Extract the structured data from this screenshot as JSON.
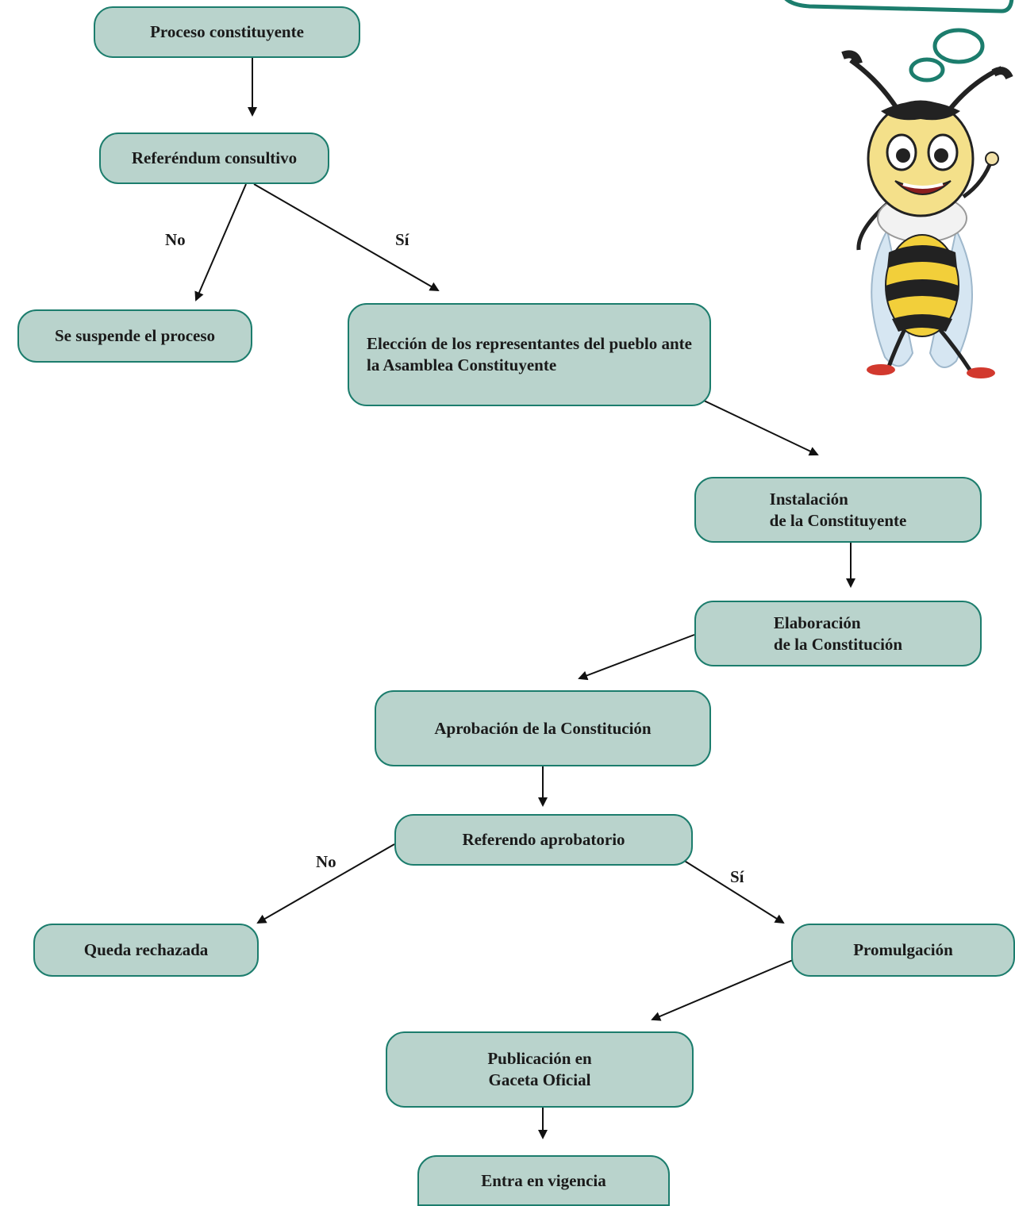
{
  "diagram": {
    "nodes": {
      "proceso": "Proceso constituyente",
      "referendum_consultivo": "Referéndum consultivo",
      "suspende": "Se suspende el proceso",
      "eleccion": "Elección de los representantes del pueblo ante la Asamblea Constituyente",
      "instalacion_1": "Instalación",
      "instalacion_2": "de la Constituyente",
      "elaboracion_1": "Elaboración",
      "elaboracion_2": "de la Constitución",
      "aprobacion": "Aprobación de la Constitución",
      "referendo_aprobatorio": "Referendo aprobatorio",
      "rechazada": "Queda rechazada",
      "promulgacion": "Promulgación",
      "publicacion_1": "Publicación en",
      "publicacion_2": "Gaceta Oficial",
      "vigencia": "Entra en vigencia"
    },
    "edge_labels": {
      "no_1": "No",
      "si_1": "Sí",
      "no_2": "No",
      "si_2": "Sí"
    }
  },
  "colors": {
    "node_fill": "#b9d3cc",
    "node_border": "#1c7d6d",
    "arrow": "#111111"
  },
  "illustration": {
    "character": "bee-mascot",
    "thought_bubble": "empty-thought-bubble"
  }
}
